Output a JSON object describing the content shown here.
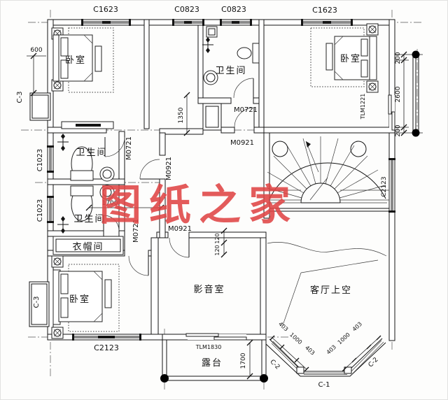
{
  "watermark": "图纸之家",
  "rooms": {
    "bedroom": "卧室",
    "bathroom": "卫生间",
    "cloakroom": "衣帽间",
    "media_room": "影音室",
    "living_room_void": "客厅上空",
    "terrace": "露台"
  },
  "windows": {
    "c1623": "C1623",
    "c0823": "C0823",
    "c1023": "C1023",
    "c2123": "C2123",
    "c3": "C-3",
    "c1": "C-1",
    "c2": "C-2"
  },
  "doors": {
    "m0721": "M0721",
    "m0921": "M0921",
    "tlm1221": "TLM1221",
    "tlm1830": "TLM1830"
  },
  "dims": {
    "d600": "600",
    "d1350": "1350",
    "d1700": "1700",
    "d120": "120",
    "d200": "200",
    "d2600": "2600",
    "d403": "403",
    "d1000": "1000"
  },
  "colors": {
    "ink": "#141414",
    "watermark_red": "#e04545"
  }
}
